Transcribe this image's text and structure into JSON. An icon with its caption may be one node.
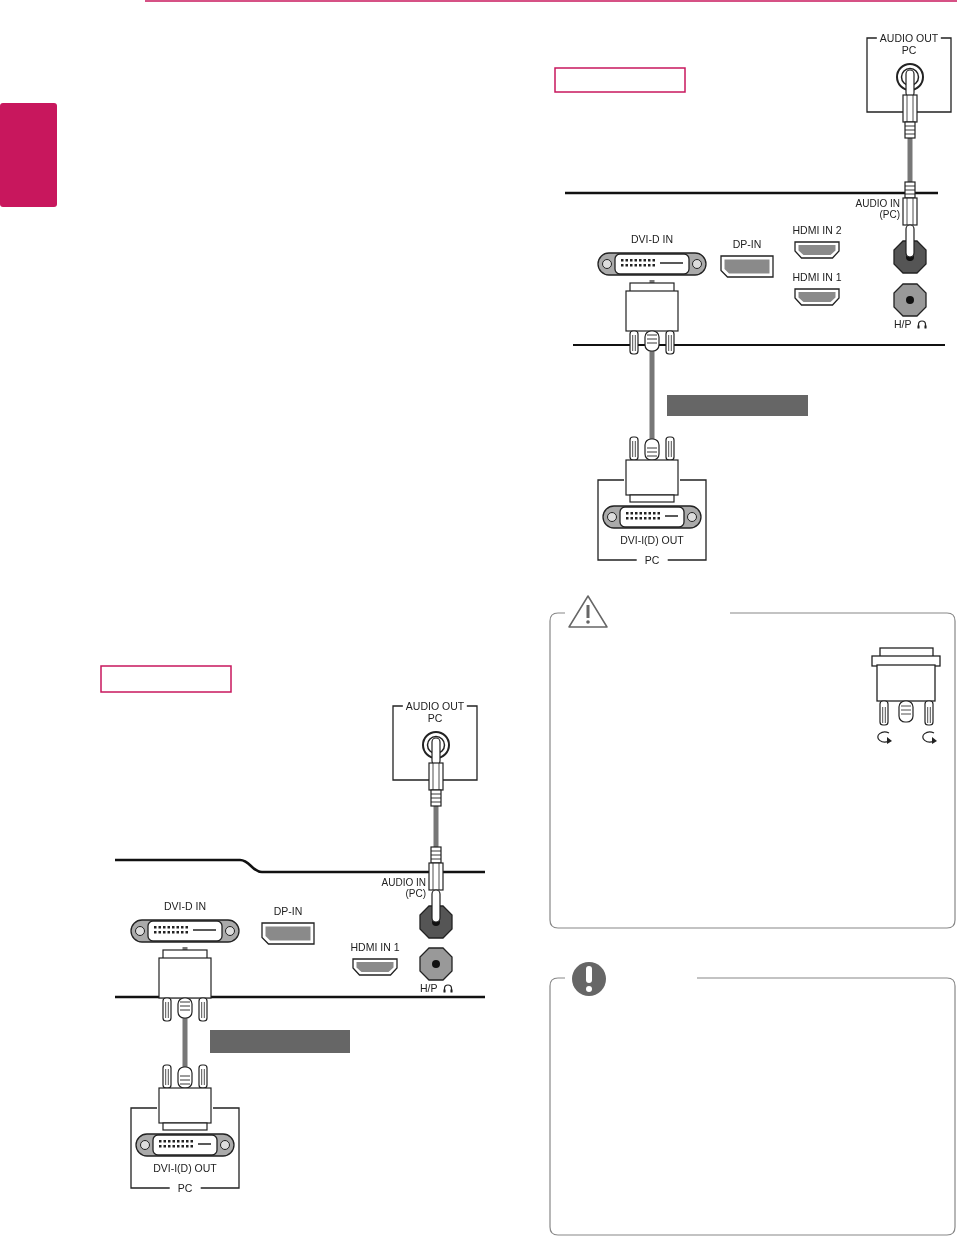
{
  "diagram": {
    "nodes": [
      {
        "text": [
          "AUDIO OUT",
          "PC"
        ]
      },
      {
        "text": [
          "AUDIO IN (PC)"
        ]
      },
      {
        "text": [
          "H/P"
        ]
      },
      {
        "text": [
          "HDMI IN 1"
        ]
      },
      {
        "text": [
          "DP-IN"
        ]
      },
      {
        "text": [
          "DVI-D IN"
        ]
      },
      {
        "text": [
          "DVI-I(D) OUT",
          "PC"
        ]
      },
      {
        "text": [
          "AUDIO OUT",
          "PC"
        ]
      },
      {
        "text": [
          "AUDIO IN (PC)"
        ]
      },
      {
        "text": [
          "H/P"
        ]
      },
      {
        "text": [
          "HDMI IN 2"
        ]
      },
      {
        "text": [
          "HDMI IN 1"
        ]
      },
      {
        "text": [
          "DP-IN"
        ]
      },
      {
        "text": [
          "DVI-D IN"
        ]
      },
      {
        "text": [
          "DVI-I(D) OUT",
          "PC"
        ]
      },
      {
        "text": [],
        "shape": "box"
      },
      {
        "text": [],
        "shape": "bar"
      },
      {
        "text": [],
        "shape": "bar"
      }
    ],
    "edges": [
      {
        "from": 0,
        "to": 1,
        "arrow": "none"
      },
      {
        "from": 6,
        "to": 5,
        "arrow": "none"
      },
      {
        "from": 7,
        "to": 8,
        "arrow": "none"
      },
      {
        "from": 14,
        "to": 13,
        "arrow": "none"
      }
    ]
  }
}
